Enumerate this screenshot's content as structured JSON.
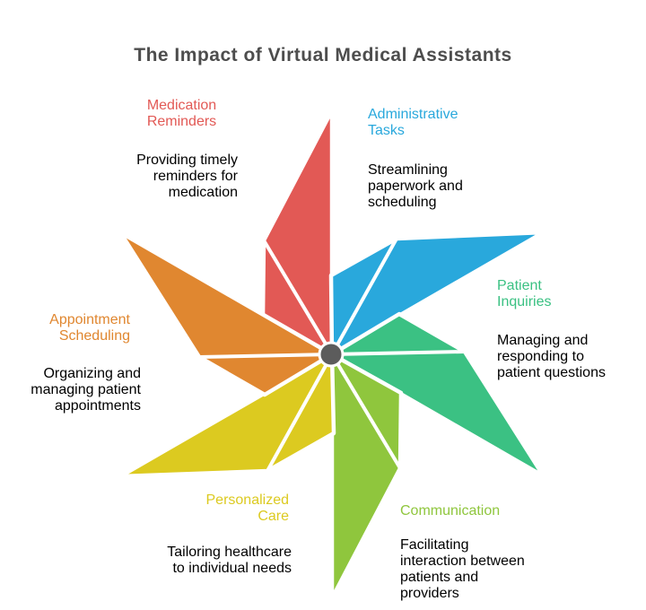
{
  "title": "The Impact of Virtual Medical Assistants",
  "colors": {
    "background": "#ffffff",
    "title_text": "#4d4d4d",
    "description_text": "#4d4d4d",
    "outline": "#ffffff",
    "hub": "#5c5c5c"
  },
  "hub": {
    "shape": "circle"
  },
  "blades": [
    {
      "name": "medication-reminders",
      "label": "Medication Reminders",
      "label_lines": [
        "Medication",
        "Reminders"
      ],
      "desc_lines": [
        "Providing timely",
        "reminders for",
        "medication"
      ],
      "color": "#e25955"
    },
    {
      "name": "administrative-tasks",
      "label": "Administrative Tasks",
      "label_lines": [
        "Administrative",
        "Tasks"
      ],
      "desc_lines": [
        "Streamlining",
        "paperwork and",
        "scheduling"
      ],
      "color": "#29a8dc"
    },
    {
      "name": "patient-inquiries",
      "label": "Patient Inquiries",
      "label_lines": [
        "Patient",
        "Inquiries"
      ],
      "desc_lines": [
        "Managing and",
        "responding to",
        "patient questions"
      ],
      "color": "#3bc183"
    },
    {
      "name": "communication",
      "label": "Communication",
      "label_lines": [
        "Communication"
      ],
      "desc_lines": [
        "Facilitating",
        "interaction between",
        "patients and",
        "providers"
      ],
      "color": "#8fc63d"
    },
    {
      "name": "personalized-care",
      "label": "Personalized Care",
      "label_lines": [
        "Personalized",
        "Care"
      ],
      "desc_lines": [
        "Tailoring healthcare",
        "to individual needs"
      ],
      "color": "#dcca20"
    },
    {
      "name": "appointment-scheduling",
      "label": "Appointment Scheduling",
      "label_lines": [
        "Appointment",
        "Scheduling"
      ],
      "desc_lines": [
        "Organizing and",
        "managing patient",
        "appointments"
      ],
      "color": "#e08730"
    }
  ]
}
